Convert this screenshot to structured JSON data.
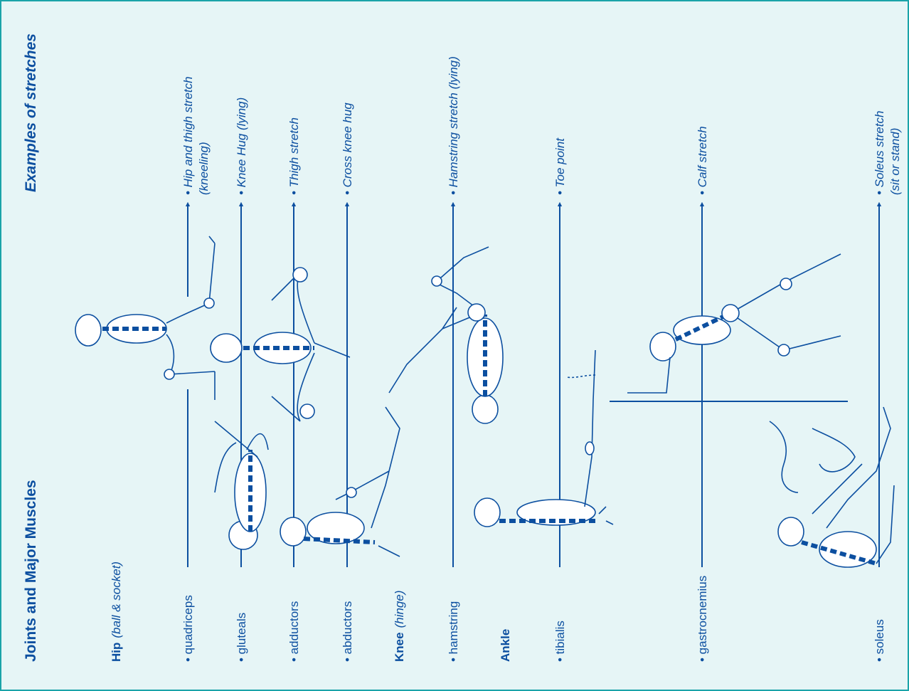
{
  "headers": {
    "left": "Joints and Major Muscles",
    "right": "Examples of stretches"
  },
  "joints": {
    "hip": {
      "name": "Hip",
      "type": "(ball & socket)"
    },
    "knee": {
      "name": "Knee",
      "type": "(hinge)"
    },
    "ankle": {
      "name": "Ankle",
      "type": ""
    }
  },
  "muscles": [
    {
      "muscle": "• quadriceps",
      "stretch_line1": "• Hip and thigh stretch",
      "stretch_line2": "(kneeling)"
    },
    {
      "muscle": "• gluteals",
      "stretch_line1": "• Knee Hug (lying)",
      "stretch_line2": ""
    },
    {
      "muscle": "• adductors",
      "stretch_line1": "• Thigh stretch",
      "stretch_line2": ""
    },
    {
      "muscle": "• abductors",
      "stretch_line1": "• Cross knee hug",
      "stretch_line2": ""
    },
    {
      "muscle": "• hamstring",
      "stretch_line1": "• Hamstring stretch (lying)",
      "stretch_line2": ""
    },
    {
      "muscle": "• tibialis",
      "stretch_line1": "• Toe point",
      "stretch_line2": ""
    },
    {
      "muscle": "• gastrocnemius",
      "stretch_line1": "• Calf stretch",
      "stretch_line2": ""
    },
    {
      "muscle": "• soleus",
      "stretch_line1": "• Soleus stretch",
      "stretch_line2": "(sit or stand)"
    }
  ],
  "colors": {
    "primary": "#0c4fa0",
    "border": "#1aa3a8",
    "background": "#e6f5f6"
  }
}
